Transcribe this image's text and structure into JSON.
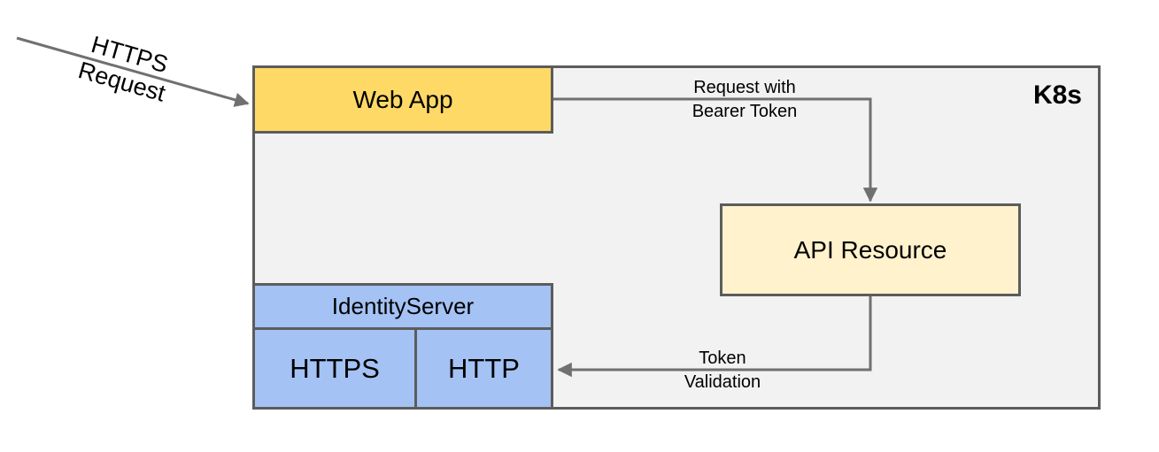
{
  "diagram": {
    "container": {
      "label": "K8s"
    },
    "nodes": {
      "web_app": {
        "label": "Web App"
      },
      "api_resource": {
        "label": "API Resource"
      },
      "identity_server": {
        "label": "IdentityServer"
      },
      "https_endpoint": {
        "label": "HTTPS"
      },
      "http_endpoint": {
        "label": "HTTP"
      }
    },
    "edges": {
      "https_request": {
        "line1": "HTTPS",
        "line2": "Request"
      },
      "request_bearer_token": {
        "line1": "Request with",
        "line2": "Bearer Token"
      },
      "token_validation": {
        "line1": "Token",
        "line2": "Validation"
      }
    },
    "colors": {
      "page_bg": "#FFFFFF",
      "container_fill": "#F2F2F2",
      "border": "#5C5C5C",
      "arrow": "#707070",
      "web_app_fill": "#FFD966",
      "api_resource_fill": "#FFF2CC",
      "identity_fill": "#A4C2F4",
      "text": "#000000"
    }
  }
}
